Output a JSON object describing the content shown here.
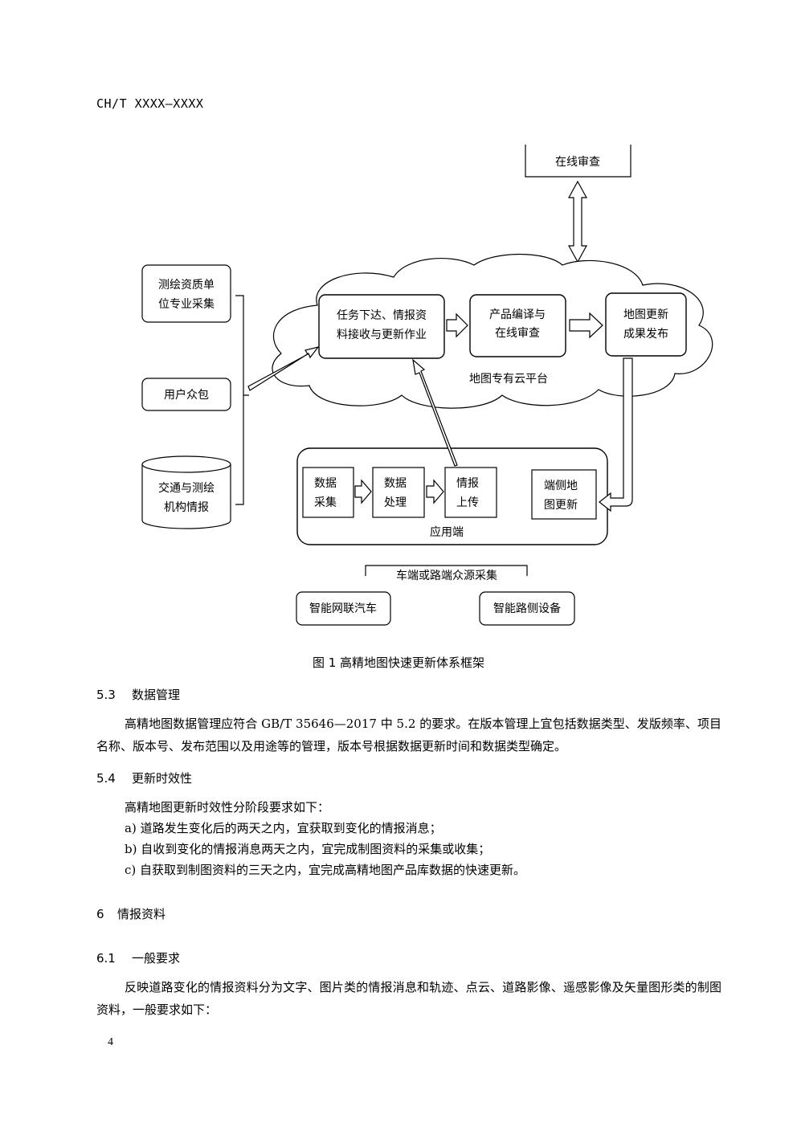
{
  "header": {
    "code": "CH/T XXXX—XXXX"
  },
  "figure": {
    "online_review_top": "在线审查",
    "sources": {
      "surveying_units": [
        "测绘资质单",
        "位专业采集"
      ],
      "crowdsourcing": "用户众包",
      "traffic_agencies": [
        "交通与测绘",
        "机构情报"
      ]
    },
    "cloud": {
      "task_box": [
        "任务下达、情报资",
        "料接收与更新作业"
      ],
      "product_box": [
        "产品编译与",
        "在线审查"
      ],
      "release_box": [
        "地图更新",
        "成果发布"
      ],
      "label": "地图专有云平台"
    },
    "app": {
      "data_collect": [
        "数据",
        "采集"
      ],
      "data_process": [
        "数据",
        "处理"
      ],
      "report_upload": [
        "情报",
        "上传"
      ],
      "map_update": [
        "端侧地",
        "图更新"
      ],
      "label": "应用端"
    },
    "crowd_label": "车端或路端众源采集",
    "vehicle": "智能网联汽车",
    "roadside": "智能路侧设备",
    "caption": "图 1 高精地图快速更新体系框架"
  },
  "section_5_3": {
    "number": "5.3",
    "title": "数据管理",
    "text": "高精地图数据管理应符合 GB/T 35646—2017 中 5.2 的要求。在版本管理上宜包括数据类型、发版频率、项目名称、版本号、发布范围以及用途等的管理，版本号根据数据更新时间和数据类型确定。"
  },
  "section_5_4": {
    "number": "5.4",
    "title": "更新时效性",
    "intro": "高精地图更新时效性分阶段要求如下：",
    "items": [
      "a) 道路发生变化后的两天之内，宜获取到变化的情报消息；",
      "b) 自收到变化的情报消息两天之内，宜完成制图资料的采集或收集；",
      "c) 自获取到制图资料的三天之内，宜完成高精地图产品库数据的快速更新。"
    ]
  },
  "section_6": {
    "number": "6",
    "title": "情报资料"
  },
  "section_6_1": {
    "number": "6.1",
    "title": "一般要求",
    "text": "反映道路变化的情报资料分为文字、图片类的情报消息和轨迹、点云、道路影像、遥感影像及矢量图形类的制图资料，一般要求如下："
  },
  "page_number": "4"
}
